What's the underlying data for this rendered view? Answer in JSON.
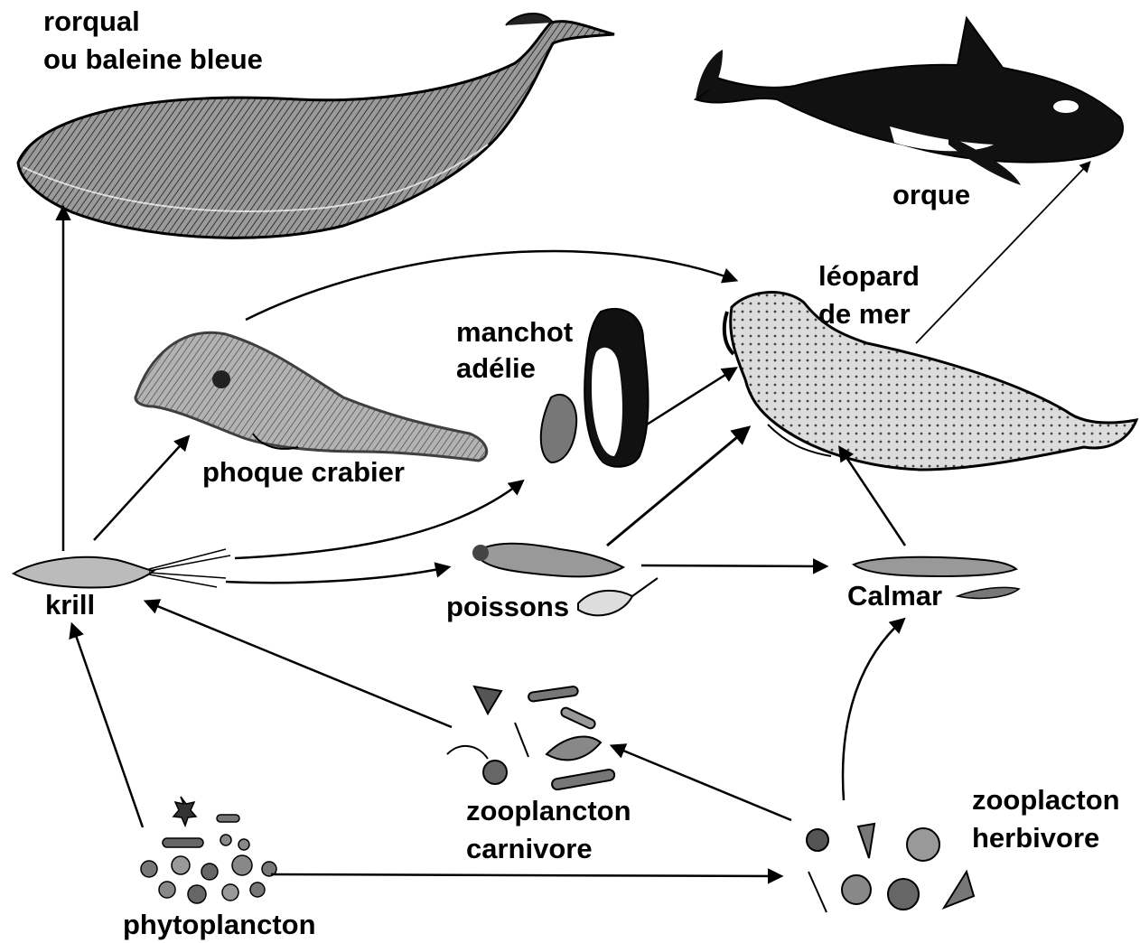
{
  "nodes": {
    "rorqual": {
      "line1": "rorqual",
      "line2": "ou baleine bleue"
    },
    "orque": {
      "label": "orque"
    },
    "leopard": {
      "line1": "léopard",
      "line2": "de mer"
    },
    "manchot": {
      "line1": "manchot",
      "line2": "adélie"
    },
    "phoque": {
      "label": "phoque crabier"
    },
    "krill": {
      "label": "krill"
    },
    "poissons": {
      "label": "poissons"
    },
    "calmar": {
      "label": "Calmar"
    },
    "zoo_carn": {
      "line1": "zooplancton",
      "line2": "carnivore"
    },
    "zoo_herb": {
      "line1": "zooplacton",
      "line2": "herbivore"
    },
    "phyto": {
      "label": "phytoplancton"
    }
  },
  "edges": [
    {
      "from": "phytoplancton",
      "to": "krill"
    },
    {
      "from": "phytoplancton",
      "to": "zooplacton herbivore"
    },
    {
      "from": "zooplacton herbivore",
      "to": "zooplancton carnivore"
    },
    {
      "from": "zooplacton herbivore",
      "to": "Calmar"
    },
    {
      "from": "zooplancton carnivore",
      "to": "krill"
    },
    {
      "from": "krill",
      "to": "rorqual ou baleine bleue"
    },
    {
      "from": "krill",
      "to": "phoque crabier"
    },
    {
      "from": "krill",
      "to": "manchot adélie"
    },
    {
      "from": "krill",
      "to": "poissons"
    },
    {
      "from": "poissons",
      "to": "Calmar"
    },
    {
      "from": "poissons",
      "to": "léopard de mer"
    },
    {
      "from": "Calmar",
      "to": "léopard de mer"
    },
    {
      "from": "manchot adélie",
      "to": "léopard de mer"
    },
    {
      "from": "phoque crabier",
      "to": "léopard de mer"
    },
    {
      "from": "léopard de mer",
      "to": "orque"
    }
  ],
  "colors": {
    "ink": "#000000",
    "watermark": "#c8c8c8"
  }
}
